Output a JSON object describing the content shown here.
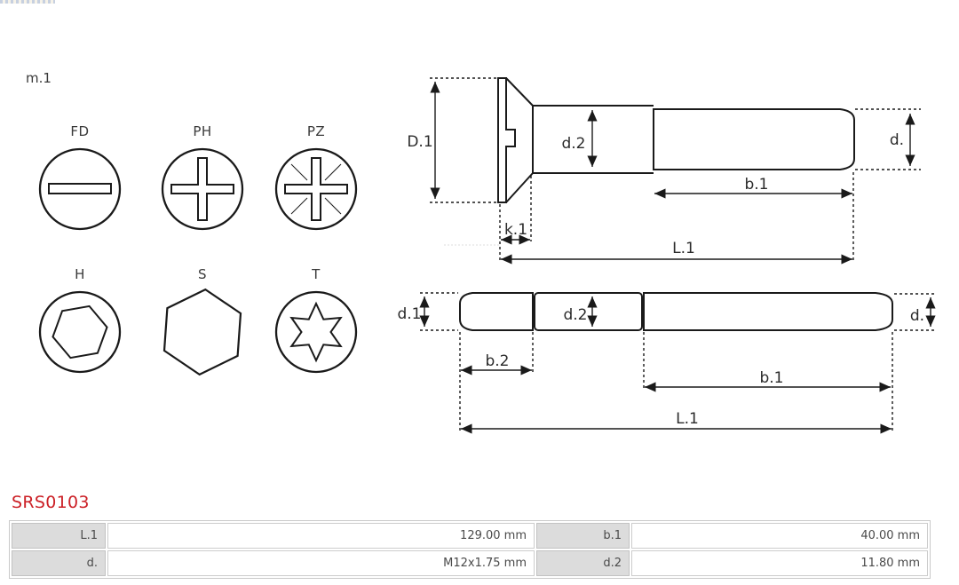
{
  "part_ref": "m.1",
  "product_code": "SRS0103",
  "drive_types": {
    "row1": [
      {
        "code": "FD"
      },
      {
        "code": "PH"
      },
      {
        "code": "PZ"
      }
    ],
    "row2": [
      {
        "code": "H"
      },
      {
        "code": "S"
      },
      {
        "code": "T"
      }
    ]
  },
  "diagram": {
    "countersunk_screw": {
      "head_diameter": "D.1",
      "shank_diameter": "d.2",
      "thread_diameter": "d.",
      "thread_length": "b.1",
      "head_depth": "k.1",
      "overall_length": "L.1"
    },
    "stud_screw": {
      "left_thread_diameter": "d.1",
      "middle_diameter": "d.2",
      "right_thread_diameter": "d.",
      "left_thread_length": "b.2",
      "right_thread_length": "b.1",
      "overall_length": "L.1"
    }
  },
  "spec_table": {
    "rows": [
      {
        "k1": "L.1",
        "v1": "129.00 mm",
        "k2": "b.1",
        "v2": "40.00 mm"
      },
      {
        "k1": "d.",
        "v1": "M12x1.75 mm",
        "k2": "d.2",
        "v2": "11.80 mm"
      }
    ]
  },
  "colors": {
    "product_code_red": "#cc2127",
    "table_label_bg": "#dcdcdc",
    "table_border": "#c9c9c9",
    "line": "#1a1a1a"
  }
}
